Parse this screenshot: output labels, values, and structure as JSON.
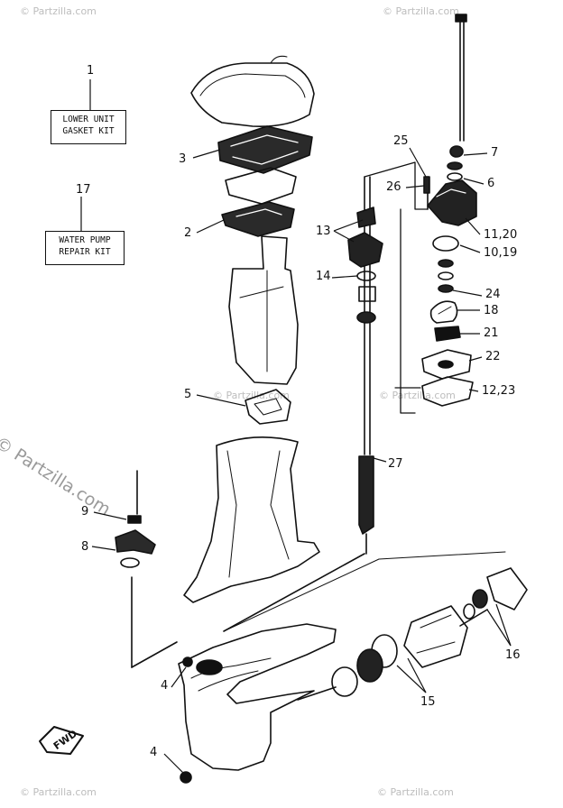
{
  "watermarks": {
    "small": "© Partzilla.com",
    "large": "© Partzilla.com"
  },
  "kits": {
    "gasket": {
      "number": "1",
      "line1": "LOWER UNIT",
      "line2": "GASKET KIT"
    },
    "water_pump": {
      "number": "17",
      "line1": "WATER PUMP",
      "line2": "REPAIR KIT"
    }
  },
  "callouts": {
    "c3": "3",
    "c2": "2",
    "c5": "5",
    "c9": "9",
    "c8": "8",
    "c4a": "4",
    "c4b": "4",
    "c25": "25",
    "c26": "26",
    "c13": "13",
    "c14": "14",
    "c27": "27",
    "c7": "7",
    "c6": "6",
    "c11_20": "11,20",
    "c10_19": "10,19",
    "c24": "24",
    "c18": "18",
    "c21": "21",
    "c22": "22",
    "c12_23": "12,23",
    "c16": "16",
    "c15": "15"
  },
  "fwd_label": "FWD"
}
